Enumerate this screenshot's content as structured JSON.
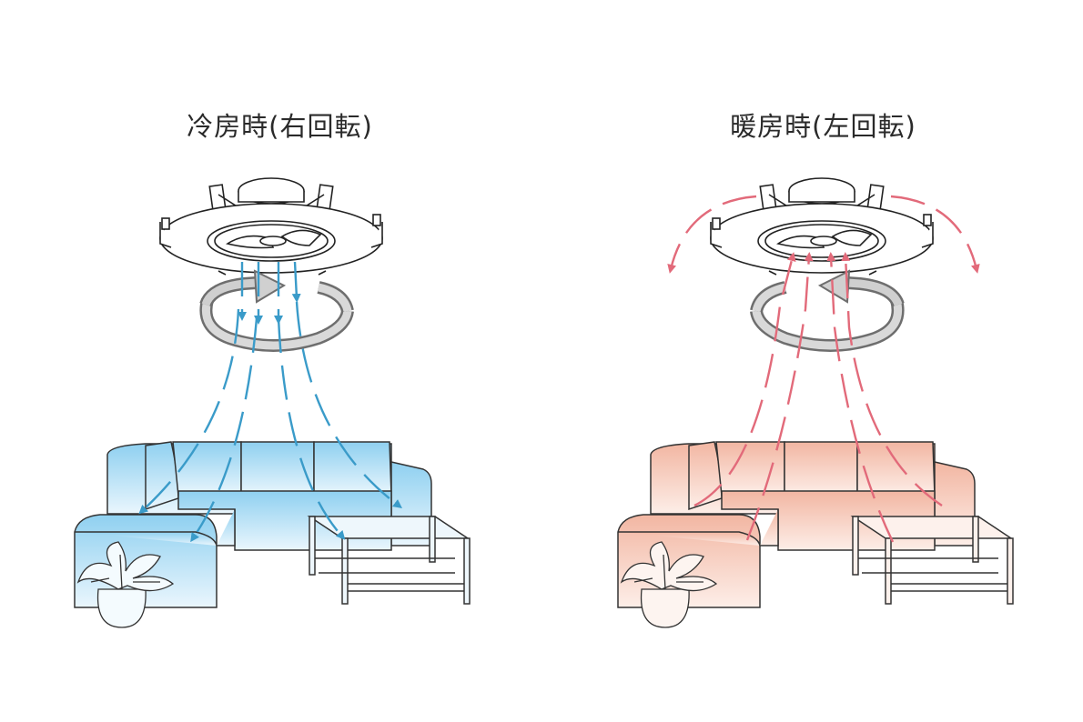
{
  "panels": {
    "cooling": {
      "title": "冷房時(右回転)",
      "accent": "#3a9bc9",
      "fill_top": "#8fd0f0",
      "fill_bottom": "#eaf6fd",
      "rotation": "clockwise",
      "airflow": "down"
    },
    "heating": {
      "title": "暖房時(左回転)",
      "accent": "#e26a7a",
      "fill_top": "#f2b6a2",
      "fill_bottom": "#fdeee8",
      "rotation": "counterclockwise",
      "airflow": "up"
    }
  },
  "colors": {
    "line": "#333333",
    "rotation_arrow": "#9a9a9a",
    "rotation_arrow_dark": "#6e6e6e"
  },
  "icons": [
    "ceiling-fan-icon",
    "rotation-arrow-icon",
    "sofa-icon",
    "coffee-table-icon",
    "potted-plant-icon",
    "airflow-arrow-icon"
  ]
}
